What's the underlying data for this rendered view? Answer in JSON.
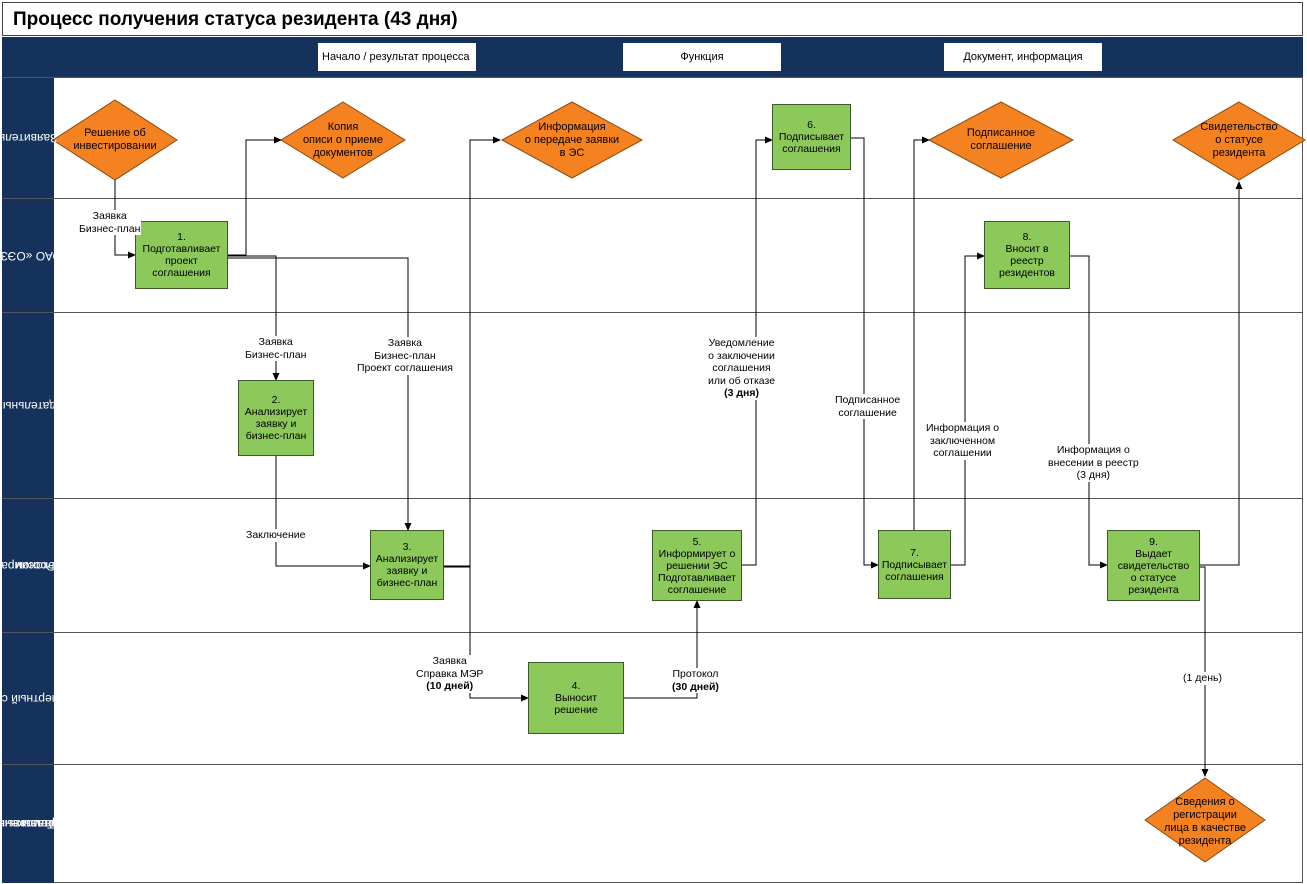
{
  "title": "Процесс получения статуса резидента (43 дня)",
  "legend": {
    "start_result": "Начало / результат процесса",
    "function": "Функция",
    "document": "Документ, информация"
  },
  "colors": {
    "lane_band": "#14325c",
    "decision_fill": "#f58220",
    "function_fill": "#8dc85a",
    "line": "#000000"
  },
  "lanes": [
    {
      "label": [
        "Заявитель"
      ]
    },
    {
      "label": [
        "ОАО «ОЭЗ»"
      ]
    },
    {
      "label": [
        "Наблюдательный совет"
      ]
    },
    {
      "label": [
        "Минэкономразвития",
        "России"
      ]
    },
    {
      "label": [
        "Экспертный совет"
      ]
    },
    {
      "label": [
        "Таможенные и",
        "налоговые",
        "органы"
      ]
    }
  ],
  "results": [
    {
      "lines": [
        "Решение об",
        "инвестировании"
      ]
    },
    {
      "lines": [
        "Копия",
        "описи о приеме",
        "документов"
      ]
    },
    {
      "lines": [
        "Информация",
        "о передаче заявки",
        "в ЭС"
      ]
    },
    {
      "lines": [
        "Подписанное",
        "соглашение"
      ]
    },
    {
      "lines": [
        "Свидетельство",
        "о статусе",
        "резидента"
      ]
    },
    {
      "lines": [
        "Сведения о",
        "регистрации",
        "лица в качестве",
        "резидента"
      ]
    }
  ],
  "functions": [
    {
      "lines": [
        "1.",
        "Подготавливает",
        "проект",
        "соглашения"
      ]
    },
    {
      "lines": [
        "2.",
        "Анализирует",
        "заявку и",
        "бизнес-план"
      ]
    },
    {
      "lines": [
        "3.",
        "Анализирует",
        "заявку и",
        "бизнес-план"
      ]
    },
    {
      "lines": [
        "4.",
        "Выносит",
        "решение"
      ]
    },
    {
      "lines": [
        "5.",
        "Информирует о",
        "решении ЭС",
        "Подготавливает",
        "соглашение"
      ]
    },
    {
      "lines": [
        "6.",
        "Подписывает",
        "соглашения"
      ]
    },
    {
      "lines": [
        "7.",
        "Подписывает",
        "соглашения"
      ]
    },
    {
      "lines": [
        "8.",
        "Вносит в",
        "реестр",
        "резидентов"
      ]
    },
    {
      "lines": [
        "9.",
        "Выдает",
        "свидетельство",
        "о статусе",
        "резидента"
      ]
    }
  ],
  "edge_labels": [
    {
      "lines": [
        "Заявка",
        "Бизнес-план"
      ]
    },
    {
      "lines": [
        "Заявка",
        "Бизнес-план"
      ]
    },
    {
      "lines": [
        "Заявка",
        "Бизнес-план",
        "Проект соглашения"
      ]
    },
    {
      "lines": [
        "Заключение"
      ]
    },
    {
      "lines": [
        "Заявка",
        "Справка МЭР"
      ],
      "bold": "(10 дней)"
    },
    {
      "lines": [
        "Протокол"
      ],
      "bold": "(30 дней)"
    },
    {
      "lines": [
        "Уведомление",
        "о заключении",
        "соглашения",
        "или об отказе"
      ],
      "bold": "(3 дня)"
    },
    {
      "lines": [
        "Подписанное",
        "соглашение"
      ]
    },
    {
      "lines": [
        "Информация о",
        "заключенном",
        "соглашении"
      ]
    },
    {
      "lines": [
        "Информация о",
        "внесении в реестр",
        "(3 дня)"
      ]
    },
    {
      "lines": [
        "(1 день)"
      ]
    }
  ]
}
